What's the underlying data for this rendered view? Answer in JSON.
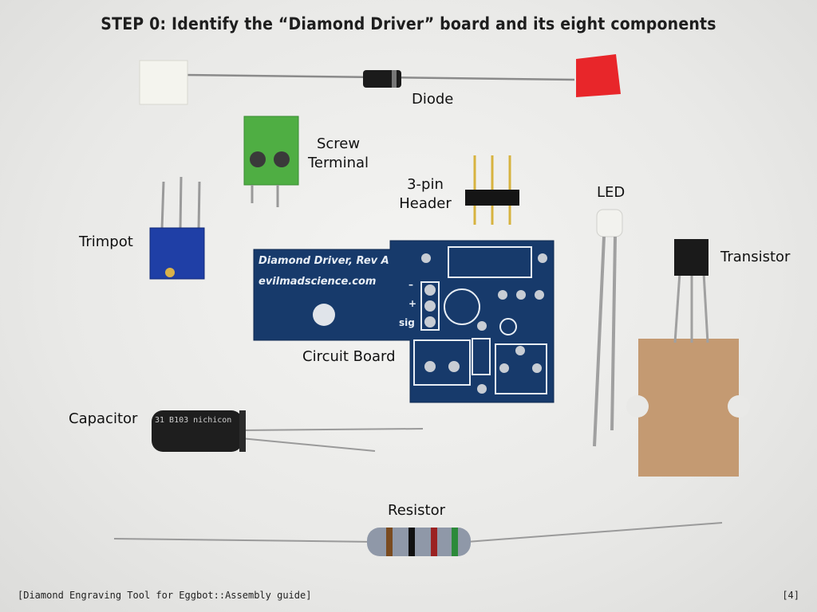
{
  "title": "STEP 0: Identify the “Diamond Driver” board and its eight components",
  "components": {
    "diode": "Diode",
    "screw_terminal_line1": "Screw",
    "screw_terminal_line2": "Terminal",
    "header_line1": "3-pin",
    "header_line2": "Header",
    "led": "LED",
    "trimpot": "Trimpot",
    "transistor": "Transistor",
    "circuit_board": "Circuit Board",
    "capacitor": "Capacitor",
    "resistor": "Resistor"
  },
  "board_silkscreen": {
    "name": "Diamond Driver, Rev A",
    "url": "evilmadscience.com",
    "minus": "–",
    "plus": "+",
    "sig": "sig"
  },
  "capacitor_print": "31  B103  nichicon",
  "footer": {
    "left": "[Diamond Engraving Tool for Eggbot::Assembly guide]",
    "right": "[4]"
  },
  "colors": {
    "pcb": "#173a6b",
    "diode_red_tag": "#e8262a",
    "terminal_green": "#4fae43",
    "trimpot_blue": "#1f3fa6",
    "cardboard": "#c49a72"
  }
}
